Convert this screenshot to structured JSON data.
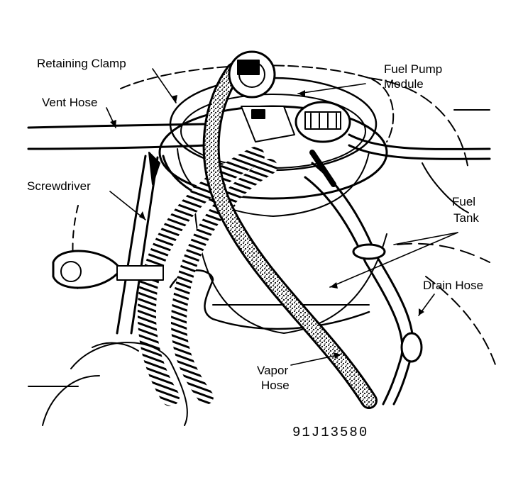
{
  "labels": {
    "retaining_clamp": "Retaining Clamp",
    "vent_hose": "Vent Hose",
    "fuel_pump_module_line1": "Fuel Pump",
    "fuel_pump_module_line2": "Module",
    "screwdriver": "Screwdriver",
    "fuel_tank_line1": "Fuel",
    "fuel_tank_line2": "Tank",
    "drain_hose": "Drain Hose",
    "vapor_hose_line1": "Vapor",
    "vapor_hose_line2": "Hose"
  },
  "figure_code": "91J13580"
}
